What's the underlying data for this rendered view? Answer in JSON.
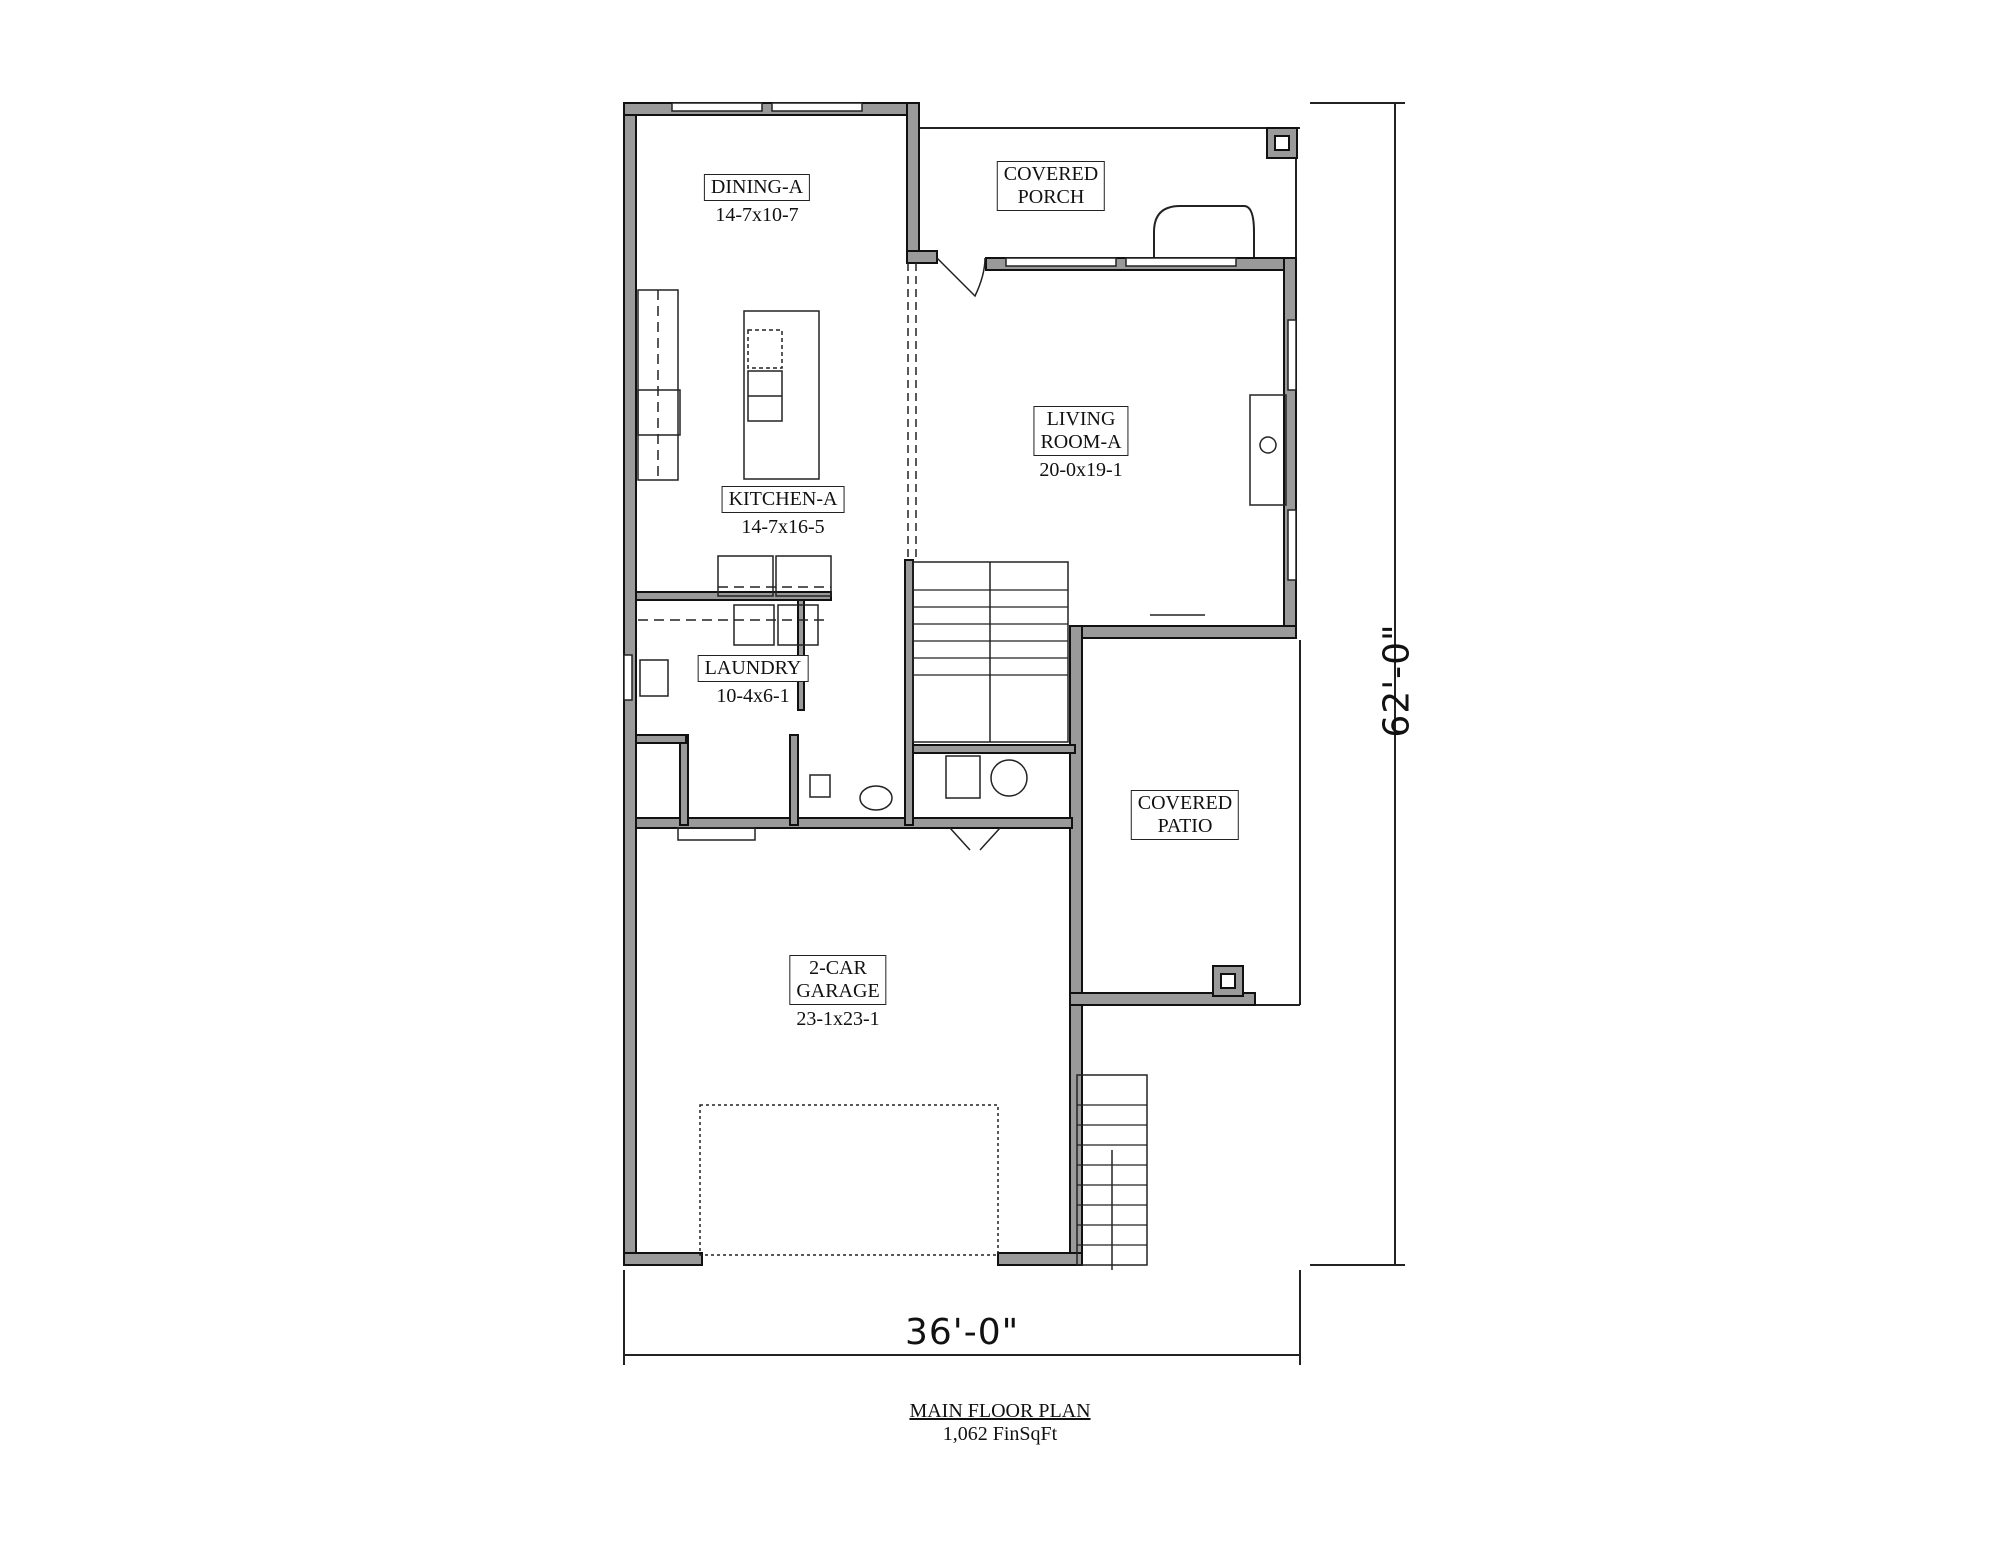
{
  "plan": {
    "title": "MAIN FLOOR PLAN",
    "area": "1,062 FinSqFt",
    "overall_width": "36'-0\"",
    "overall_depth": "62'-0\""
  },
  "rooms": [
    {
      "id": "dining",
      "name": "DINING-A",
      "size": "14-7x10-7"
    },
    {
      "id": "covered-porch",
      "name": "COVERED\nPORCH",
      "size": ""
    },
    {
      "id": "living-room",
      "name": "LIVING\nROOM-A",
      "size": "20-0x19-1"
    },
    {
      "id": "kitchen",
      "name": "KITCHEN-A",
      "size": "14-7x16-5"
    },
    {
      "id": "laundry",
      "name": "LAUNDRY",
      "size": "10-4x6-1"
    },
    {
      "id": "covered-patio",
      "name": "COVERED\nPATIO",
      "size": ""
    },
    {
      "id": "garage",
      "name": "2-CAR\nGARAGE",
      "size": "23-1x23-1"
    }
  ],
  "colors": {
    "wall_fill": "#9a9a9a",
    "wall_stroke": "#111111",
    "line": "#222222"
  }
}
